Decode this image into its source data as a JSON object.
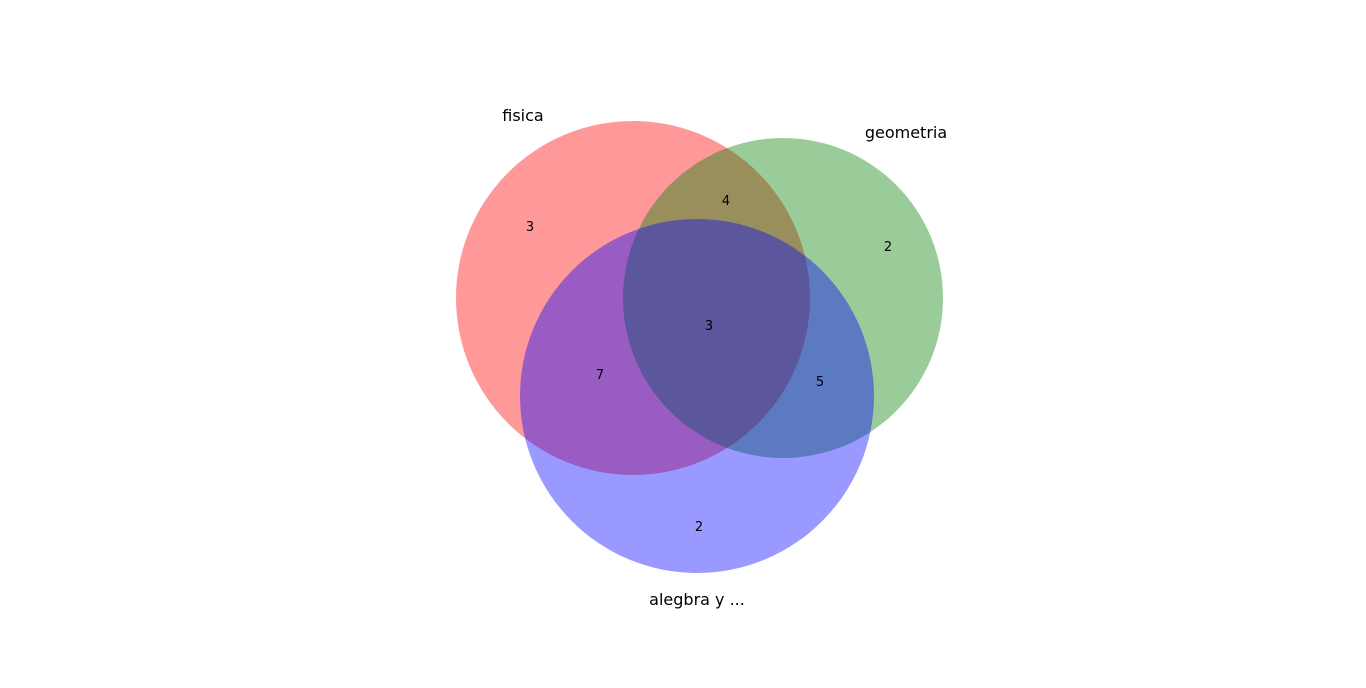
{
  "diagram": {
    "type": "venn3",
    "sets": [
      {
        "key": "A",
        "label": "fisica",
        "color": "#ff0000"
      },
      {
        "key": "B",
        "label": "geometria",
        "color": "#008000"
      },
      {
        "key": "C",
        "label": "alegbra y ...",
        "color": "#0000ff"
      }
    ],
    "regions": {
      "A_only": "3",
      "B_only": "2",
      "C_only": "2",
      "A_B": "4",
      "A_C": "7",
      "B_C": "5",
      "A_B_C": "3"
    }
  }
}
